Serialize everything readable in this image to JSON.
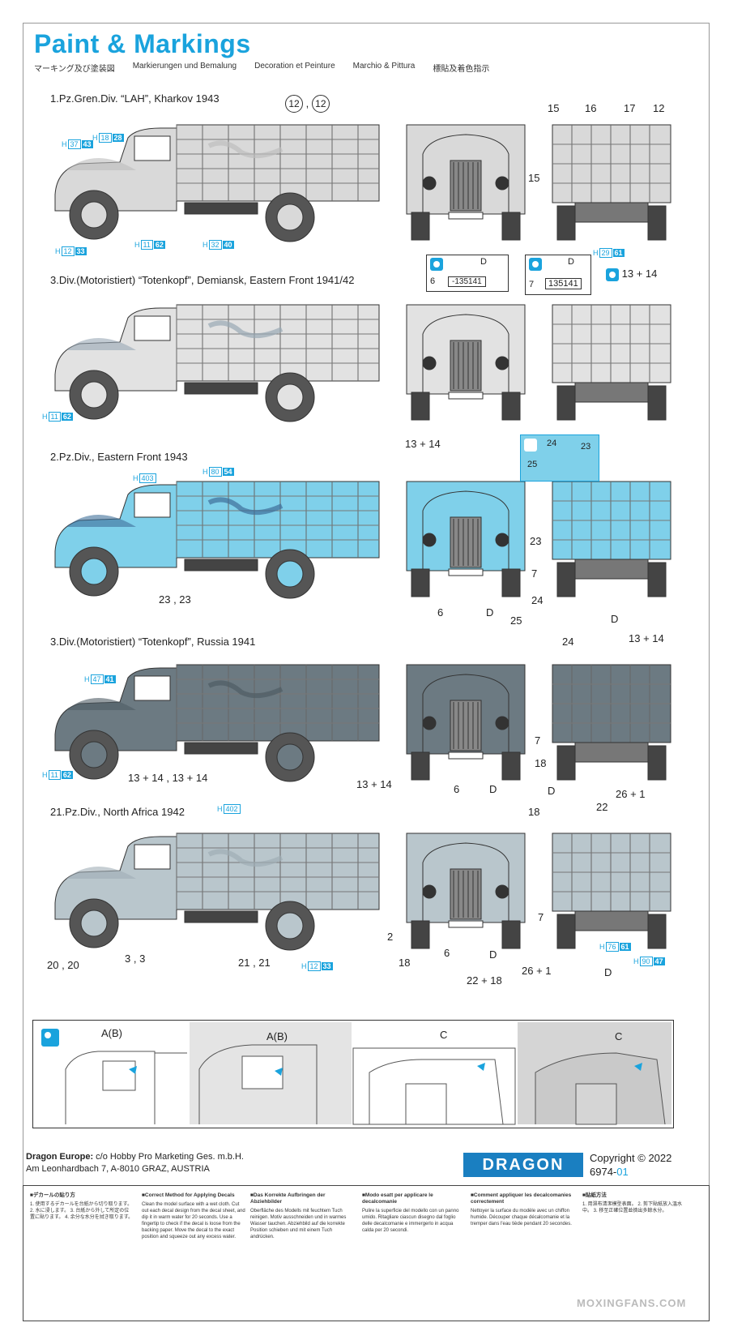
{
  "header": {
    "title": "Paint & Markings",
    "subtitles": [
      "マーキング及び塗装図",
      "Markierungen und Bemalung",
      "Decoration et Peinture",
      "Marchio & Pittura",
      "標貼及着色指示"
    ]
  },
  "sections": [
    {
      "label": "1.Pz.Gren.Div. “LAH”, Kharkov 1943",
      "color": "#d9d9d9",
      "camo": "#bdbdbd"
    },
    {
      "label": "3.Div.(Motoristiert) “Totenkopf”, Demiansk, Eastern Front 1941/42",
      "color": "#e2e2e2",
      "camo": "#9aa9b5"
    },
    {
      "label": "2.Pz.Div., Eastern Front 1943",
      "color": "#7fd0ea",
      "camo": "#3f6f9a"
    },
    {
      "label": "3.Div.(Motoristiert) “Totenkopf”, Russia 1941",
      "color": "#6c7a82",
      "camo": "#4f5c64"
    },
    {
      "label": "21.Pz.Div., North Africa 1942",
      "color": "#b9c6cc",
      "camo": "#a0aeb5"
    }
  ],
  "callouts": {
    "s1_top": "12, 12",
    "s1_rear": [
      "15",
      "16",
      "17",
      "12"
    ],
    "s1_side": "15",
    "s1_plate_a": "-135141",
    "s1_plate_b": "135141",
    "s1_box6": "6",
    "s1_box7": "7",
    "s1_D1": "D",
    "s1_D2": "D",
    "s1_1314": "13 + 14",
    "s2_1314": "13 + 14",
    "s3_2323": "23 , 23",
    "s3_box": [
      "24",
      "23",
      "25"
    ],
    "s3_front": [
      "23",
      "7",
      "24",
      "6",
      "D",
      "25",
      "D"
    ],
    "s4_bottom": [
      "13 + 14 , 13 + 14"
    ],
    "s4_front": [
      "13 + 14",
      "6",
      "D",
      "18",
      "24"
    ],
    "s4_rear": [
      "13 + 14",
      "7",
      "D",
      "26 + 1"
    ],
    "s5": [
      "20 , 20",
      "3 , 3",
      "21 , 21",
      "18",
      "22",
      "2",
      "18",
      "6",
      "D",
      "7",
      "26 + 1",
      "22 + 18",
      "D"
    ]
  },
  "hcodes": {
    "s1a": [
      "H",
      "37",
      "43"
    ],
    "s1b": [
      "H",
      "18",
      "28"
    ],
    "s1c": [
      "H",
      "12",
      "33"
    ],
    "s1d": [
      "H",
      "11",
      "62"
    ],
    "s1e": [
      "H",
      "32",
      "40"
    ],
    "s1f": [
      "H",
      "29",
      "61"
    ],
    "s2a": [
      "H",
      "11",
      "62"
    ],
    "s3a": [
      "H",
      "403"
    ],
    "s3b": [
      "H",
      "80",
      "54"
    ],
    "s4a": [
      "H",
      "47",
      "41"
    ],
    "s4b": [
      "H",
      "11",
      "62"
    ],
    "s5a": [
      "H",
      "402"
    ],
    "s5b": [
      "H",
      "12",
      "33"
    ],
    "s5c": [
      "H",
      "76",
      "61"
    ],
    "s5d": [
      "H",
      "90",
      "47"
    ]
  },
  "detail_panel": {
    "labels": [
      "A(B)",
      "A(B)",
      "C",
      "C"
    ]
  },
  "footer": {
    "line1_bold": "Dragon Europe:",
    "line1": " c/o Hobby Pro Marketing Ges. m.b.H.",
    "line2": "Am Leonhardbach 7, A-8010 GRAZ, AUSTRIA",
    "logo": "DRAGON",
    "copyright": "Copyright © 2022",
    "code": "6974-",
    "code_suffix": "01"
  },
  "instructions": [
    {
      "title": "■デカールの貼り方",
      "body": "1. 使用するデカールを台紙から切り取ります。 2. 水に浸します。 3. 台紙から外して所定の位置に貼ります。 4. 余分な水分を拭き取ります。"
    },
    {
      "title": "■Correct Method for Applying Decals",
      "body": "Clean the model surface with a wet cloth. Cut out each decal design from the decal sheet, and dip it in warm water for 20 seconds. Use a fingertip to check if the decal is loose from the backing paper. Move the decal to the exact position and squeeze out any excess water."
    },
    {
      "title": "■Das Korrekte Aufbringen der Abziehbilder",
      "body": "Oberfläche des Modells mit feuchtem Tuch reinigen. Motiv ausschneiden und in warmes Wasser tauchen. Abziehbild auf die korrekte Position schieben und mit einem Tuch andrücken."
    },
    {
      "title": "■Modo esatt per applicare le decalcomanie",
      "body": "Pulire la superficie del modello con un panno umido. Ritagliare ciascun disegno dal foglio delle decalcomanie e immergerlo in acqua calda per 20 secondi."
    },
    {
      "title": "■Comment appliquer les decalcomanies correctement",
      "body": "Nettoyer la surface du modèle avec un chiffon humide. Découper chaque décalcomanie et la tremper dans l'eau tiède pendant 20 secondes."
    },
    {
      "title": "■貼紙方法",
      "body": "1. 用濕布清潔模型表面。 2. 剪下貼紙放入溫水中。 3. 移至正確位置並擠出多餘水分。"
    }
  ],
  "watermark": "MOXINGFANS.COM"
}
